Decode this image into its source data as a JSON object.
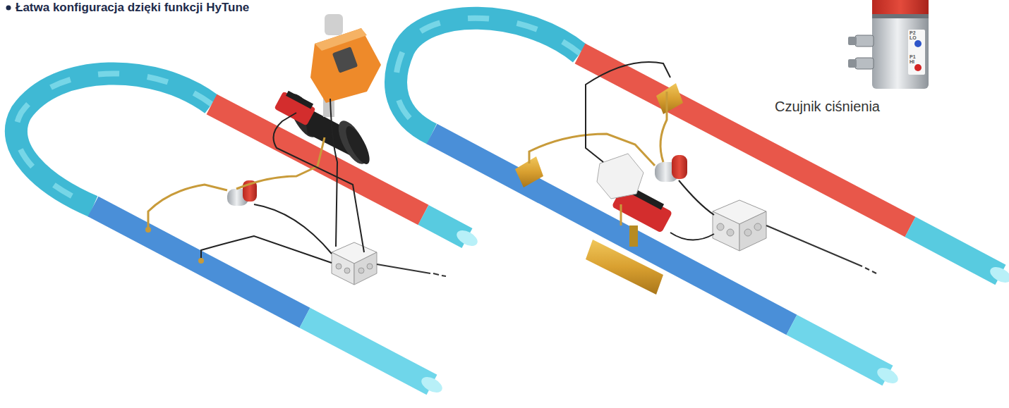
{
  "diagram": {
    "labels": [
      "Łatwa konfiguracja dzięki funkcji HyTune",
      "Czujnik ciśnienia",
      "P2",
      "LO",
      "P1",
      "HI"
    ]
  }
}
